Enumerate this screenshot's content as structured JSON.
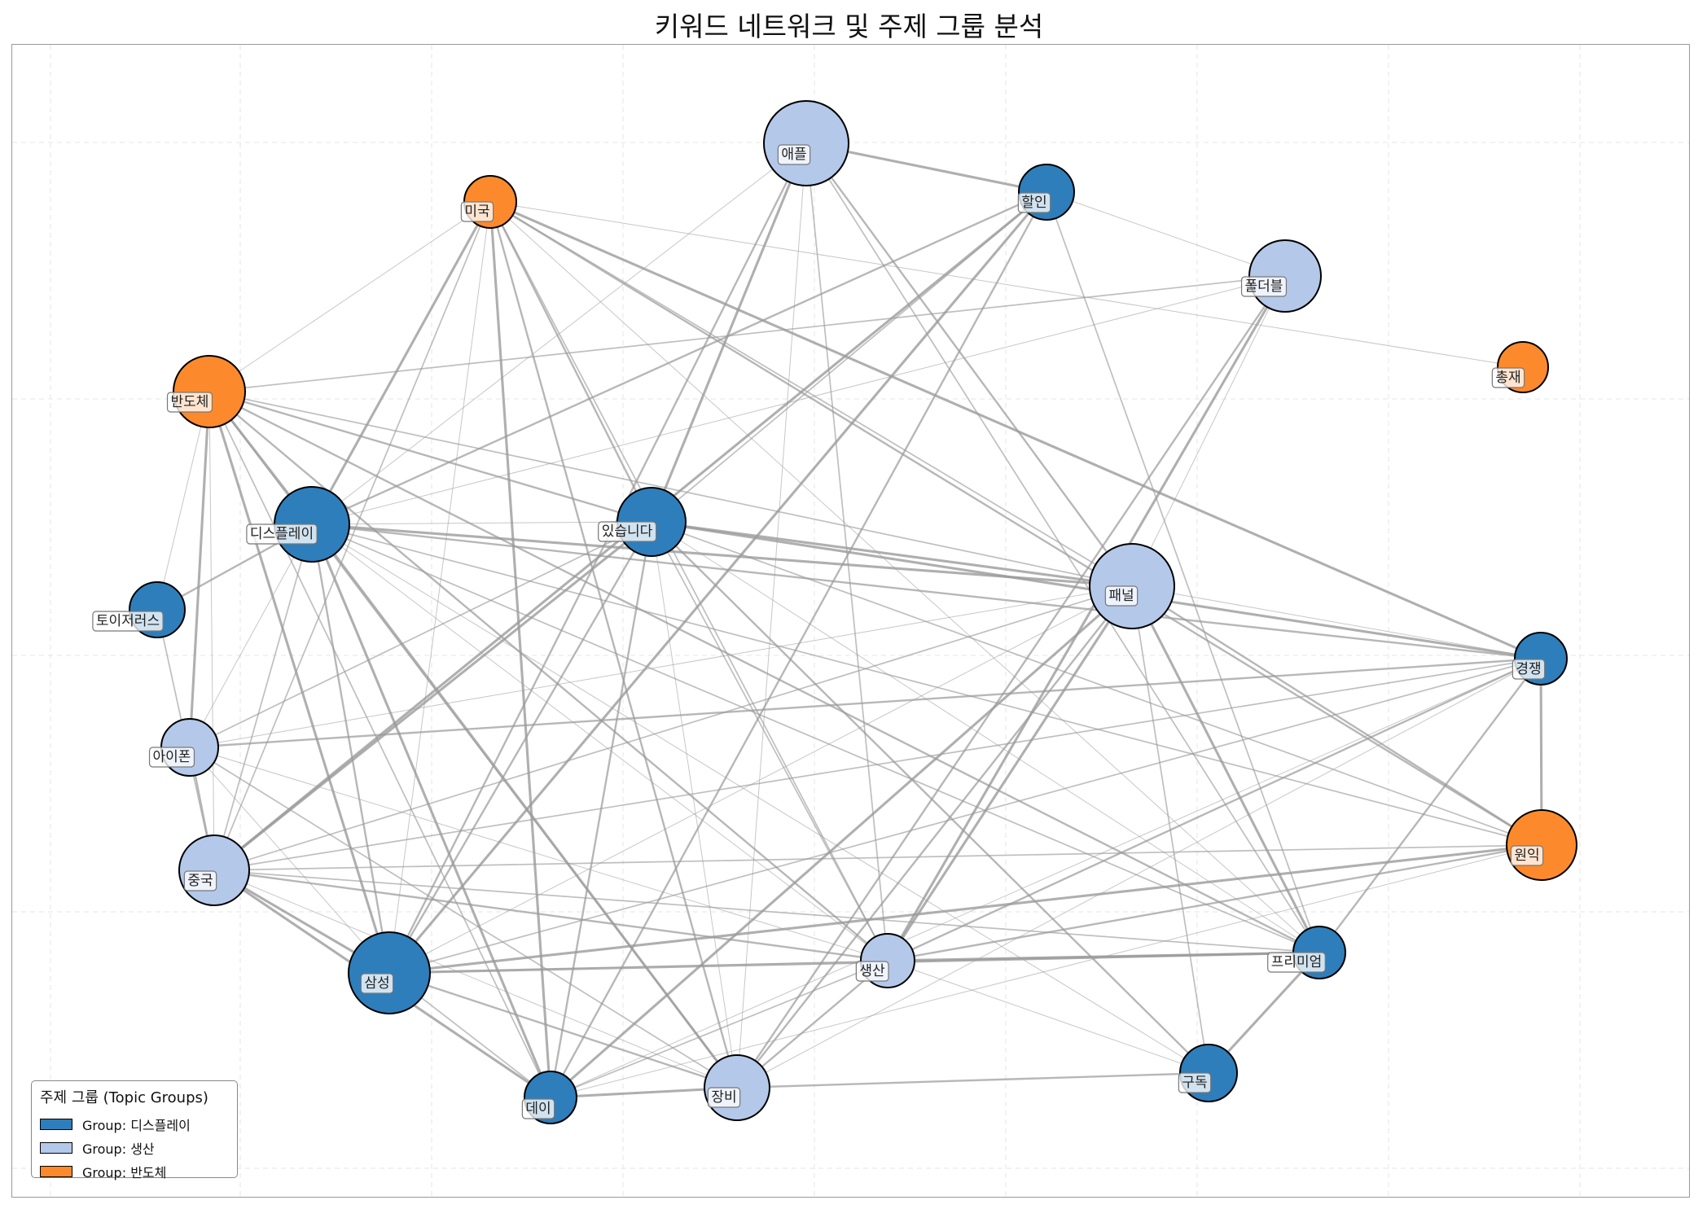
{
  "title": "키워드 네트워크 및 주제 그룹 분석",
  "legend": {
    "title": "주제 그룹 (Topic Groups)",
    "items": [
      {
        "label": "Group: 디스플레이",
        "color": "#2e7ebb"
      },
      {
        "label": "Group: 생산",
        "color": "#b4c8ea"
      },
      {
        "label": "Group: 반도체",
        "color": "#fc8a2c"
      }
    ]
  },
  "nodes": [
    {
      "id": "apple",
      "label": "애플",
      "group": "생산"
    },
    {
      "id": "usa",
      "label": "미국",
      "group": "반도체"
    },
    {
      "id": "discount",
      "label": "할인",
      "group": "디스플레이"
    },
    {
      "id": "foldable",
      "label": "폴더블",
      "group": "생산"
    },
    {
      "id": "chongjae",
      "label": "총재",
      "group": "반도체"
    },
    {
      "id": "semicon",
      "label": "반도체",
      "group": "반도체"
    },
    {
      "id": "display",
      "label": "디스플레이",
      "group": "디스플레이"
    },
    {
      "id": "itseum",
      "label": "있습니다",
      "group": "디스플레이"
    },
    {
      "id": "panel",
      "label": "패널",
      "group": "생산"
    },
    {
      "id": "toys",
      "label": "토이저러스",
      "group": "디스플레이"
    },
    {
      "id": "compete",
      "label": "경쟁",
      "group": "디스플레이"
    },
    {
      "id": "iphone",
      "label": "아이폰",
      "group": "생산"
    },
    {
      "id": "wonik",
      "label": "원익",
      "group": "반도체"
    },
    {
      "id": "china",
      "label": "중국",
      "group": "생산"
    },
    {
      "id": "samsung",
      "label": "삼성",
      "group": "디스플레이"
    },
    {
      "id": "production",
      "label": "생산",
      "group": "생산"
    },
    {
      "id": "premium",
      "label": "프리미엄",
      "group": "디스플레이"
    },
    {
      "id": "subscribe",
      "label": "구독",
      "group": "디스플레이"
    },
    {
      "id": "day",
      "label": "데이",
      "group": "디스플레이"
    },
    {
      "id": "equip",
      "label": "장비",
      "group": "생산"
    }
  ],
  "edges": [
    [
      "apple",
      "display"
    ],
    [
      "apple",
      "itseum"
    ],
    [
      "apple",
      "panel"
    ],
    [
      "apple",
      "production"
    ],
    [
      "apple",
      "equip"
    ],
    [
      "apple",
      "discount"
    ],
    [
      "apple",
      "samsung"
    ],
    [
      "apple",
      "premium"
    ],
    [
      "usa",
      "semicon"
    ],
    [
      "usa",
      "display"
    ],
    [
      "usa",
      "itseum"
    ],
    [
      "usa",
      "panel"
    ],
    [
      "usa",
      "samsung"
    ],
    [
      "usa",
      "day"
    ],
    [
      "usa",
      "equip"
    ],
    [
      "usa",
      "production"
    ],
    [
      "usa",
      "chongjae"
    ],
    [
      "usa",
      "compete"
    ],
    [
      "usa",
      "wonik"
    ],
    [
      "usa",
      "china"
    ],
    [
      "usa",
      "premium"
    ],
    [
      "discount",
      "samsung"
    ],
    [
      "discount",
      "day"
    ],
    [
      "discount",
      "premium"
    ],
    [
      "discount",
      "foldable"
    ],
    [
      "discount",
      "china"
    ],
    [
      "discount",
      "display"
    ],
    [
      "discount",
      "itseum"
    ],
    [
      "foldable",
      "panel"
    ],
    [
      "foldable",
      "production"
    ],
    [
      "foldable",
      "equip"
    ],
    [
      "foldable",
      "semicon"
    ],
    [
      "foldable",
      "display"
    ],
    [
      "semicon",
      "display"
    ],
    [
      "semicon",
      "itseum"
    ],
    [
      "semicon",
      "panel"
    ],
    [
      "semicon",
      "china"
    ],
    [
      "semicon",
      "samsung"
    ],
    [
      "semicon",
      "production"
    ],
    [
      "semicon",
      "equip"
    ],
    [
      "semicon",
      "toys"
    ],
    [
      "semicon",
      "iphone"
    ],
    [
      "semicon",
      "premium"
    ],
    [
      "semicon",
      "day"
    ],
    [
      "display",
      "itseum"
    ],
    [
      "display",
      "panel"
    ],
    [
      "display",
      "samsung"
    ],
    [
      "display",
      "china"
    ],
    [
      "display",
      "production"
    ],
    [
      "display",
      "equip"
    ],
    [
      "display",
      "toys"
    ],
    [
      "display",
      "premium"
    ],
    [
      "display",
      "iphone"
    ],
    [
      "display",
      "day"
    ],
    [
      "display",
      "compete"
    ],
    [
      "display",
      "wonik"
    ],
    [
      "display",
      "subscribe"
    ],
    [
      "itseum",
      "panel"
    ],
    [
      "itseum",
      "samsung"
    ],
    [
      "itseum",
      "production"
    ],
    [
      "itseum",
      "equip"
    ],
    [
      "itseum",
      "china"
    ],
    [
      "itseum",
      "day"
    ],
    [
      "itseum",
      "iphone"
    ],
    [
      "itseum",
      "premium"
    ],
    [
      "itseum",
      "compete"
    ],
    [
      "itseum",
      "subscribe"
    ],
    [
      "itseum",
      "wonik"
    ],
    [
      "panel",
      "samsung"
    ],
    [
      "panel",
      "production"
    ],
    [
      "panel",
      "equip"
    ],
    [
      "panel",
      "china"
    ],
    [
      "panel",
      "compete"
    ],
    [
      "panel",
      "premium"
    ],
    [
      "panel",
      "wonik"
    ],
    [
      "panel",
      "subscribe"
    ],
    [
      "panel",
      "iphone"
    ],
    [
      "panel",
      "day"
    ],
    [
      "compete",
      "production"
    ],
    [
      "compete",
      "samsung"
    ],
    [
      "compete",
      "day"
    ],
    [
      "compete",
      "wonik"
    ],
    [
      "compete",
      "iphone"
    ],
    [
      "compete",
      "china"
    ],
    [
      "compete",
      "equip"
    ],
    [
      "wonik",
      "samsung"
    ],
    [
      "wonik",
      "production"
    ],
    [
      "wonik",
      "china"
    ],
    [
      "wonik",
      "day"
    ],
    [
      "china",
      "samsung"
    ],
    [
      "china",
      "production"
    ],
    [
      "china",
      "premium"
    ],
    [
      "china",
      "equip"
    ],
    [
      "china",
      "day"
    ],
    [
      "china",
      "iphone"
    ],
    [
      "china",
      "toys"
    ],
    [
      "samsung",
      "production"
    ],
    [
      "samsung",
      "premium"
    ],
    [
      "samsung",
      "equip"
    ],
    [
      "samsung",
      "day"
    ],
    [
      "samsung",
      "iphone"
    ],
    [
      "production",
      "premium"
    ],
    [
      "production",
      "equip"
    ],
    [
      "production",
      "day"
    ],
    [
      "production",
      "subscribe"
    ],
    [
      "premium",
      "subscribe"
    ],
    [
      "premium",
      "compete"
    ],
    [
      "iphone",
      "equip"
    ],
    [
      "iphone",
      "production"
    ],
    [
      "equip",
      "day"
    ],
    [
      "equip",
      "subscribe"
    ]
  ]
}
